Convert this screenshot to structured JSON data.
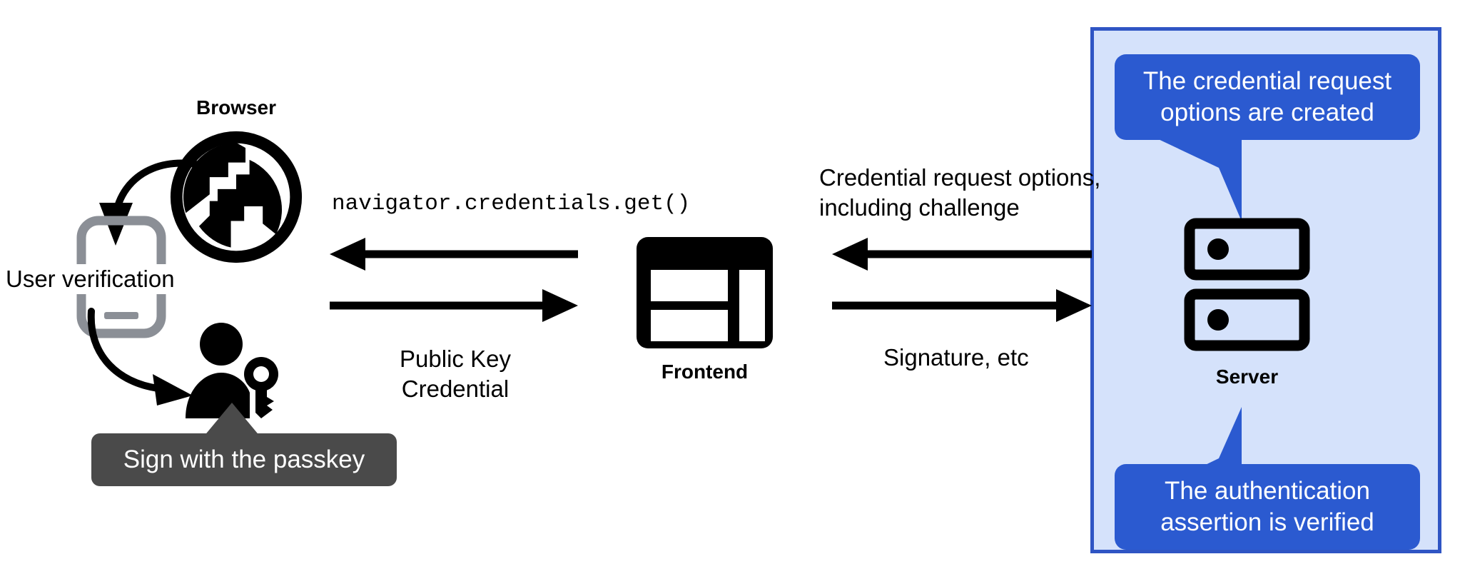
{
  "diagram": {
    "title": "WebAuthn passkey authentication flow",
    "colors": {
      "panel_fill": "#d5e2fb",
      "panel_border": "#2f55c4",
      "callout_fill": "#2b5ad0",
      "callout_text": "#ffffff",
      "tooltip_fill": "#4a4a4a",
      "tooltip_text": "#ffffff",
      "icon_black": "#000000",
      "phone_gray": "#8b8f96",
      "page_background": "#ffffff"
    }
  },
  "browser": {
    "title": "Browser",
    "icon": "globe-icon"
  },
  "phone": {
    "icon": "smartphone-icon",
    "label": "User verification"
  },
  "user": {
    "icon": "person-with-key-icon",
    "tooltip": "Sign with the passkey"
  },
  "frontend": {
    "title": "Frontend",
    "icon": "web-layout-icon"
  },
  "server": {
    "title": "Server",
    "icon": "server-racks-icon",
    "callout_top": "The credential request\noptions are created",
    "callout_bottom": "The authentication\nassertion is verified"
  },
  "flows": {
    "left_top_label": "navigator.credentials.get()",
    "left_bottom_label": "Public Key Credential",
    "right_top_label": "Credential request options,\nincluding challenge",
    "right_bottom_label": "Signature, etc"
  },
  "arrows": {
    "left_top": "arrow-left-icon",
    "left_bottom": "arrow-right-icon",
    "right_top": "arrow-left-icon",
    "right_bottom": "arrow-right-icon",
    "browser_to_phone": "curved-arrow-down-icon",
    "phone_to_user": "curved-arrow-down-right-icon"
  }
}
